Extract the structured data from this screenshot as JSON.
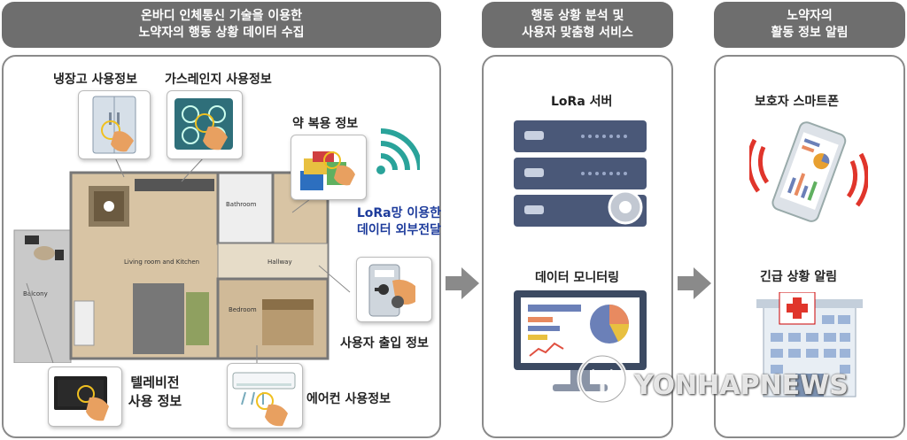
{
  "headers": {
    "col1_line1": "온바디 인체통신 기술을 이용한",
    "col1_line2": "노약자의 행동 상황 데이터 수집",
    "col2_line1": "행동 상황 분석 및",
    "col2_line2": "사용자 맞춤형 서비스",
    "col3_line1": "노약자의",
    "col3_line2": "활동 정보 알림"
  },
  "panel1": {
    "fridge_label": "냉장고 사용정보",
    "stove_label": "가스레인지 사용정보",
    "medicine_label": "약 복용 정보",
    "lora_line1": "LoRa망 이용한",
    "lora_line2": "데이터 외부전달",
    "door_label": "사용자 출입 정보",
    "tv_line1": "텔레비전",
    "tv_line2": "사용 정보",
    "ac_label": "에어컨 사용정보",
    "rooms": {
      "bathroom": "Bathroom",
      "living": "Living room and Kitchen",
      "hallway": "Hallway",
      "balcony": "Balcony",
      "bedroom": "Bedroom"
    }
  },
  "panel2": {
    "server_label": "LoRa 서버",
    "monitor_label": "데이터 모니터링"
  },
  "panel3": {
    "phone_label": "보호자 스마트폰",
    "alert_label": "긴급 상황 알림"
  },
  "watermark": "YONHAPNEWS",
  "colors": {
    "header_bg": "#6e6e6e",
    "border": "#8a8a8a",
    "lora_text": "#1e3c9c",
    "server": "#4a5878",
    "accent_red": "#e0352b"
  }
}
